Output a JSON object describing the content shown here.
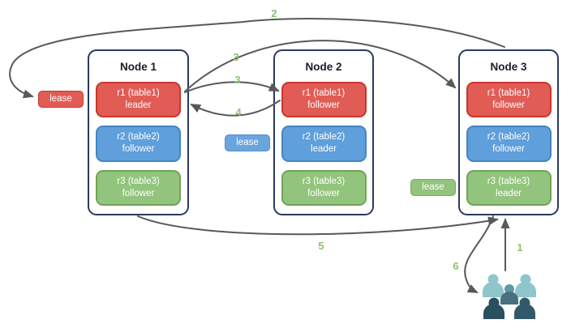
{
  "diagram": {
    "nodes": [
      {
        "title": "Node 1",
        "ranges": [
          {
            "range": "r1 (table1)",
            "role": "leader",
            "color": "red"
          },
          {
            "range": "r2 (table2)",
            "role": "follower",
            "color": "blue"
          },
          {
            "range": "r3 (table3)",
            "role": "follower",
            "color": "green"
          }
        ]
      },
      {
        "title": "Node 2",
        "ranges": [
          {
            "range": "r1 (table1)",
            "role": "follower",
            "color": "red"
          },
          {
            "range": "r2 (table2)",
            "role": "leader",
            "color": "blue"
          },
          {
            "range": "r3 (table3)",
            "role": "follower",
            "color": "green"
          }
        ]
      },
      {
        "title": "Node 3",
        "ranges": [
          {
            "range": "r1 (table1)",
            "role": "follower",
            "color": "red"
          },
          {
            "range": "r2 (table2)",
            "role": "follower",
            "color": "blue"
          },
          {
            "range": "r3 (table3)",
            "role": "leader",
            "color": "green"
          }
        ]
      }
    ],
    "leases": [
      {
        "label": "lease",
        "color": "#e05c55"
      },
      {
        "label": "lease",
        "color": "#6aa5de"
      },
      {
        "label": "lease",
        "color": "#93c47d"
      }
    ],
    "steps": {
      "s1": "1",
      "s2": "2",
      "s3a": "3",
      "s3b": "3",
      "s4": "4",
      "s5": "5",
      "s6": "6"
    },
    "colors": {
      "red_fill": "#e05c55",
      "red_border": "#cc352e",
      "blue_fill": "#5f9fdb",
      "blue_border": "#4484c5",
      "green_fill": "#93c47d",
      "green_border": "#70a457",
      "node_border": "#2a3a5e",
      "arrow": "#57585a",
      "step_number": "#8fbf72",
      "users_light": "#8ec6cb",
      "users_medium": "#5b9ba4",
      "users_dark": "#2c515f"
    }
  }
}
